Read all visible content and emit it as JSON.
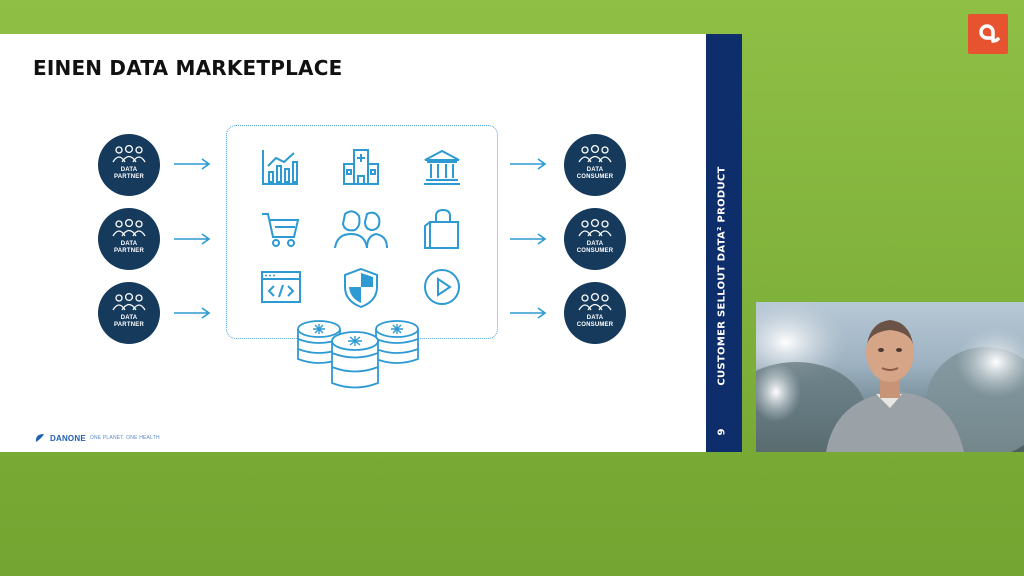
{
  "slide": {
    "title": "EINEN DATA MARKETPLACE",
    "side_title": "CUSTOMER SELLOUT DATA² PRODUCT",
    "page_number": "9",
    "brand_name": "DANONE",
    "brand_tagline": "ONE PLANET. ONE HEALTH"
  },
  "partners": [
    {
      "line1": "DATA",
      "line2": "PARTNER"
    },
    {
      "line1": "DATA",
      "line2": "PARTNER"
    },
    {
      "line1": "DATA",
      "line2": "PARTNER"
    }
  ],
  "consumers": [
    {
      "line1": "DATA",
      "line2": "CONSUMER"
    },
    {
      "line1": "DATA",
      "line2": "CONSUMER"
    },
    {
      "line1": "DATA",
      "line2": "CONSUMER"
    }
  ],
  "marketplace_icons": [
    "bar-chart-icon",
    "hospital-icon",
    "bank-icon",
    "shopping-cart-icon",
    "people-icon",
    "shopping-bag-icon",
    "code-window-icon",
    "shield-icon",
    "play-icon",
    "database-stack-icon"
  ],
  "colors": {
    "background_green": "#8fbf45",
    "node_navy": "#153a5c",
    "accent_blue": "#2d9ad4",
    "sidebar_navy": "#0d2d6b",
    "app_logo_orange": "#e8532f"
  }
}
